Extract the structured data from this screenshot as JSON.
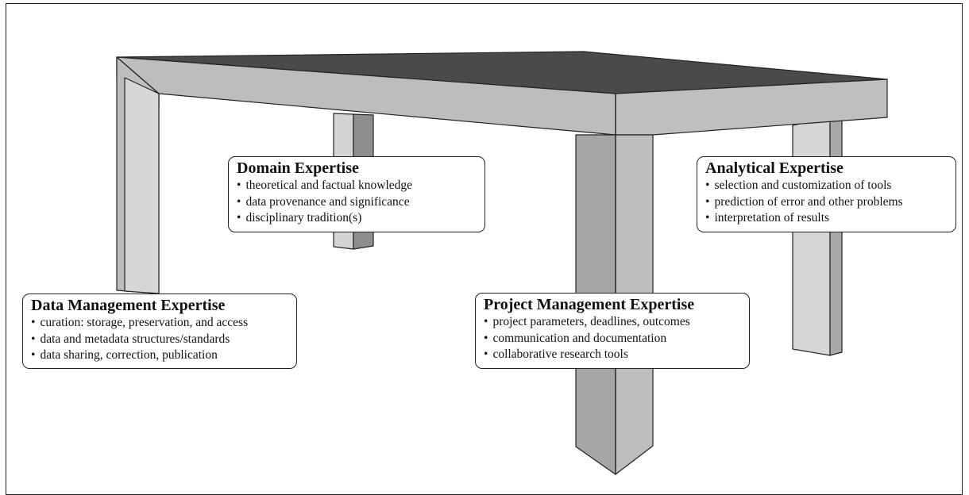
{
  "diagram": {
    "boxes": [
      {
        "title": "Domain Expertise",
        "items": [
          "theoretical and factual knowledge",
          "data provenance and significance",
          "disciplinary tradition(s)"
        ]
      },
      {
        "title": "Analytical Expertise",
        "items": [
          "selection and customization of tools",
          "prediction of error and other problems",
          "interpretation of results"
        ]
      },
      {
        "title": "Data Management Expertise",
        "items": [
          "curation: storage, preservation, and access",
          "data and metadata structures/standards",
          "data sharing, correction, publication"
        ]
      },
      {
        "title": "Project Management Expertise",
        "items": [
          "project parameters, deadlines, outcomes",
          "communication and documentation",
          "collaborative research tools"
        ]
      }
    ],
    "colors": {
      "tabletop": "#4a4a4a",
      "apron_front": "#bdbdbd",
      "leg_light": "#d4d4d4",
      "leg_dark": "#8e8e8e",
      "outline": "#222222"
    }
  }
}
